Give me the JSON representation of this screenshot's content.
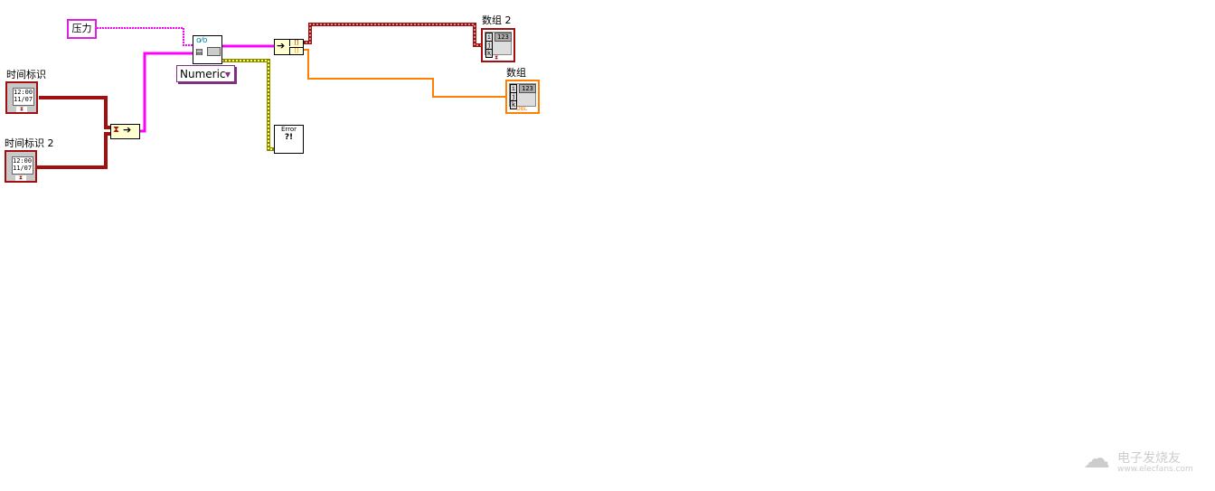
{
  "constants": {
    "pressure": "压力"
  },
  "time_stamps": [
    {
      "label": "时间标识",
      "time": "12:00",
      "date": "11/07"
    },
    {
      "label": "时间标识 2",
      "time": "12:00",
      "date": "11/07"
    }
  ],
  "express_vi": {
    "type_selector": "Numeric"
  },
  "error_node": {
    "text": "Error",
    "symbol": "?!"
  },
  "indicators": [
    {
      "label": "数组 2",
      "index": [
        "i",
        "j",
        "k"
      ],
      "value": "123",
      "color": "#a01010"
    },
    {
      "label": "数组",
      "index": [
        "i",
        "j",
        "k"
      ],
      "value": "123",
      "type": "DBL",
      "color": "#ff8000"
    }
  ],
  "watermark": {
    "title": "电子发烧友",
    "url": "www.elecfans.com"
  },
  "colors": {
    "waveform": "#ff00ff",
    "timestamp": "#a01010",
    "error": "#c8c800",
    "dbl": "#ff8000"
  }
}
